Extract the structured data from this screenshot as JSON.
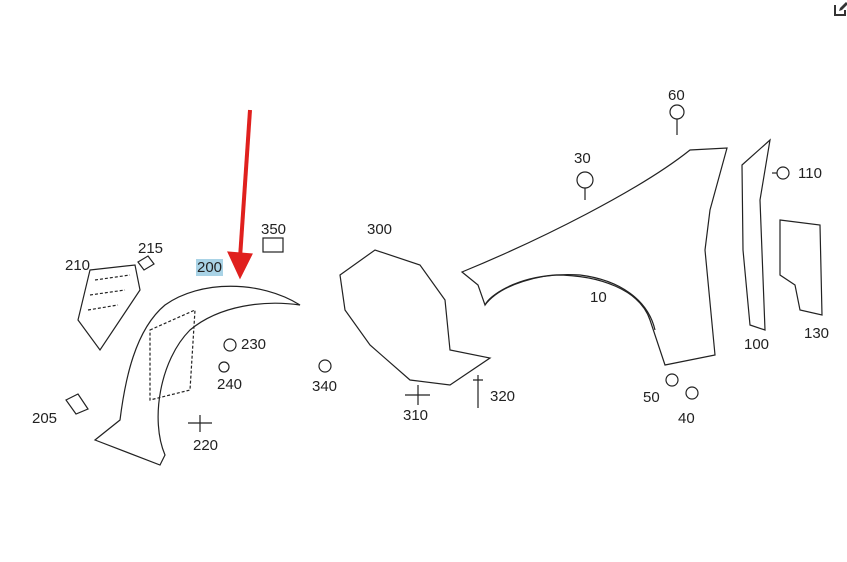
{
  "toolbar": {
    "edit_icon": "edit-icon"
  },
  "highlight_color": "#a9d3e6",
  "arrow_color": "#e0201e",
  "parts": {
    "p10": "10",
    "p30": "30",
    "p40": "40",
    "p50": "50",
    "p60": "60",
    "p100": "100",
    "p110": "110",
    "p130": "130",
    "p200": "200",
    "p205": "205",
    "p210": "210",
    "p215": "215",
    "p220": "220",
    "p230": "230",
    "p240": "240",
    "p300": "300",
    "p310": "310",
    "p320": "320",
    "p340": "340",
    "p350": "350"
  }
}
